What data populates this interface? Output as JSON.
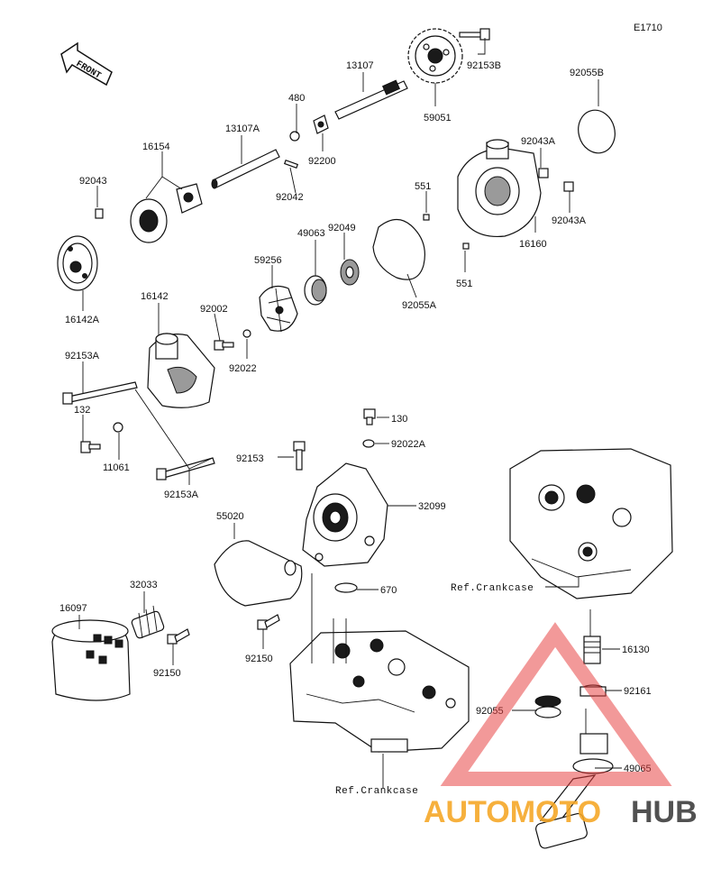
{
  "diagram_code": "E1710",
  "front_arrow": {
    "text": "FRONT"
  },
  "references": {
    "crankcase_upper": "Ref.Crankcase",
    "crankcase_lower": "Ref.Crankcase"
  },
  "watermark": {
    "text_orange": "AUTOMOTO",
    "text_gray": "HUB",
    "color_orange": "#f5a623",
    "color_gray": "#3a3a3a",
    "color_red": "#e8403f"
  },
  "labels": {
    "p92153B": "92153B",
    "p13107": "13107",
    "p92055B": "92055B",
    "p480": "480",
    "p59051": "59051",
    "p13107A": "13107A",
    "p92200": "92200",
    "p92043A_top": "92043A",
    "p16154": "16154",
    "p92043": "92043",
    "p92042": "92042",
    "p551_top": "551",
    "p92043A_right": "92043A",
    "p49063": "49063",
    "p92049": "92049",
    "p16160": "16160",
    "p59256": "59256",
    "p551_bottom": "551",
    "p16142A": "16142A",
    "p92055A": "92055A",
    "p16142": "16142",
    "p92002": "92002",
    "p92022": "92022",
    "p92153A_left": "92153A",
    "p130": "130",
    "p132": "132",
    "p92022A": "92022A",
    "p11061": "11061",
    "p92153": "92153",
    "p92153A_bottom": "92153A",
    "p32099": "32099",
    "p55020": "55020",
    "p670": "670",
    "p32033": "32033",
    "p16097": "16097",
    "p92150_left": "92150",
    "p92150_right": "92150",
    "p16130": "16130",
    "p92161": "92161",
    "p92055": "92055",
    "p49065": "49065"
  }
}
